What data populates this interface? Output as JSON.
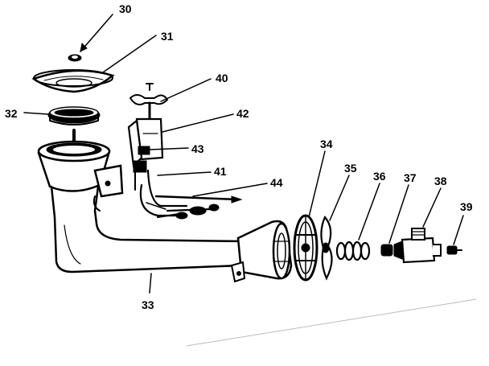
{
  "parts": [
    {
      "id": "p30",
      "label": "30",
      "name": "orifice-cap"
    },
    {
      "id": "p31",
      "label": "31",
      "name": "burner-cap-bowl"
    },
    {
      "id": "p32",
      "label": "32",
      "name": "burner-screen"
    },
    {
      "id": "p33",
      "label": "33",
      "name": "burner-tube"
    },
    {
      "id": "p34",
      "label": "34",
      "name": "air-shutter-disc"
    },
    {
      "id": "p35",
      "label": "35",
      "name": "shutter-wing"
    },
    {
      "id": "p36",
      "label": "36",
      "name": "spring"
    },
    {
      "id": "p37",
      "label": "37",
      "name": "orifice-nut"
    },
    {
      "id": "p38",
      "label": "38",
      "name": "valve-body"
    },
    {
      "id": "p39",
      "label": "39",
      "name": "end-fitting"
    },
    {
      "id": "p40",
      "label": "40",
      "name": "wing-screw"
    },
    {
      "id": "p41",
      "label": "41",
      "name": "thermocouple-bracket"
    },
    {
      "id": "p42",
      "label": "42",
      "name": "pilot-bracket"
    },
    {
      "id": "p43",
      "label": "43",
      "name": "pilot-assembly"
    },
    {
      "id": "p44",
      "label": "44",
      "name": "pilot-tubing"
    }
  ]
}
